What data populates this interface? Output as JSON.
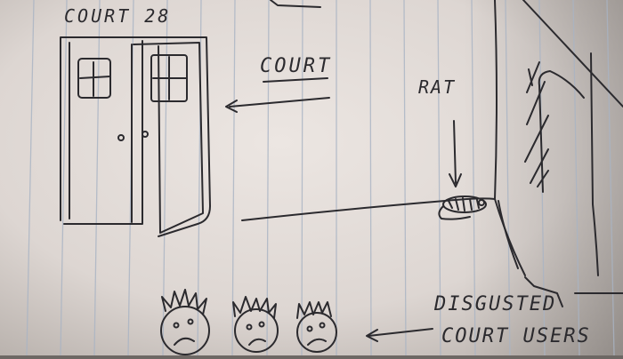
{
  "sketch": {
    "door_label": "COURT 28",
    "court_label": "COURT",
    "rat_label": "RAT",
    "disgusted_line1": "DISGUSTED",
    "disgusted_line2": "COURT USERS"
  },
  "colors": {
    "paper": "#e6e0dc",
    "paper_shadow": "#b5ada8",
    "rule_line": "#a9b4c4",
    "ink": "#2b2a2e"
  },
  "icons": [
    "door-icon",
    "rat-icon",
    "sad-face-icon",
    "arrow-left-icon",
    "arrow-down-icon"
  ]
}
